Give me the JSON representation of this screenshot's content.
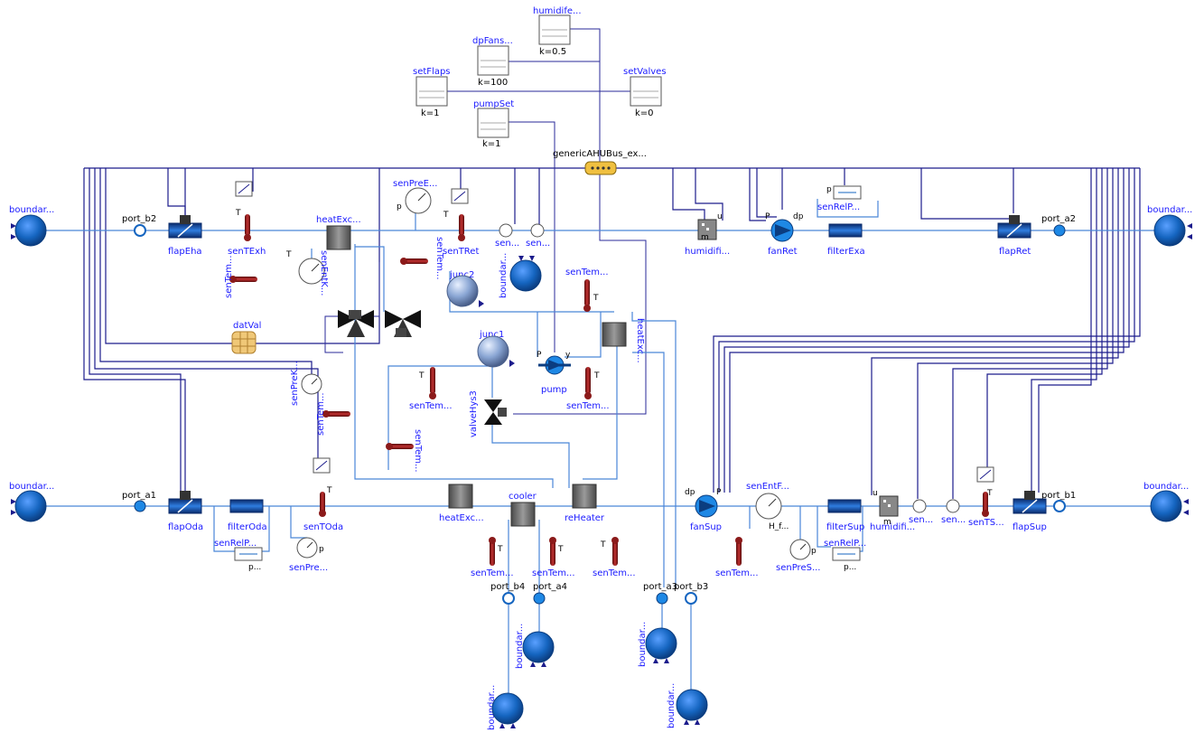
{
  "labels": {
    "humidifier_set": "humidife...",
    "humidifier_set_k": "k=0.5",
    "dp_fans": "dpFans...",
    "dp_fans_k": "k=100",
    "set_flaps": "setFlaps",
    "set_flaps_k": "k=1",
    "set_valves": "setValves",
    "set_valves_k": "k=0",
    "pump_set": "pumpSet",
    "pump_set_k": "k=1",
    "bus": "genericAHUBus_ex...",
    "boundary": "boundar...",
    "boundary_v": "boundar...",
    "port_b2": "port_b2",
    "port_a2": "port_a2",
    "port_a1": "port_a1",
    "port_b1": "port_b1",
    "port_b4": "port_b4",
    "port_a4": "port_a4",
    "port_a3": "port_a3",
    "port_b3": "port_b3",
    "flap_eha": "flapEha",
    "flap_ret": "flapRet",
    "flap_oda": "flapOda",
    "flap_sup": "flapSup",
    "sen_t_exh": "senTExh",
    "sen_t_ret": "senTRet",
    "sen_t_oda": "senTOda",
    "sen_ts": "senTS...",
    "heat_exc": "heatExc...",
    "heat_exc_v": "heatExc...",
    "sen_pre_e": "senPreE...",
    "sen_pre": "senPre...",
    "sen_pre_s": "senPreS...",
    "sen_pre_k": "senPreK...",
    "sen_small": "sen...",
    "humidifi": "humidifi...",
    "humidifi2": "humidifi...",
    "fan_ret": "fanRet",
    "fan_sup": "fanSup",
    "sen_rel_p": "senRelP...",
    "filter_exa": "filterExa",
    "filter_oda": "filterOda",
    "filter_sup": "filterSup",
    "sen_tem": "senTem...",
    "sen_ent_k": "senEntK...",
    "sen_ent_f": "senEntF...",
    "junc1": "junc1",
    "junc2": "junc2",
    "pump": "pump",
    "valve_hys3": "valveHys3",
    "dat_val": "datVal",
    "cooler": "cooler",
    "re_heater": "reHeater",
    "pin_T": "T",
    "pin_p": "p",
    "pin_dp": "dp",
    "pin_y": "y",
    "pin_P": "P",
    "pin_u": "u",
    "pin_m": "m",
    "pin_H_f": "H_f...",
    "pin_p_dots": "p..."
  },
  "colors": {
    "pipe": "#4a86d8",
    "signal": "#1c1c8c",
    "label": "#1a1aff",
    "boundary_fill": "#1565c0",
    "sensor_red": "#8b1a1a",
    "exchanger_gray": "#6e6e6e"
  }
}
